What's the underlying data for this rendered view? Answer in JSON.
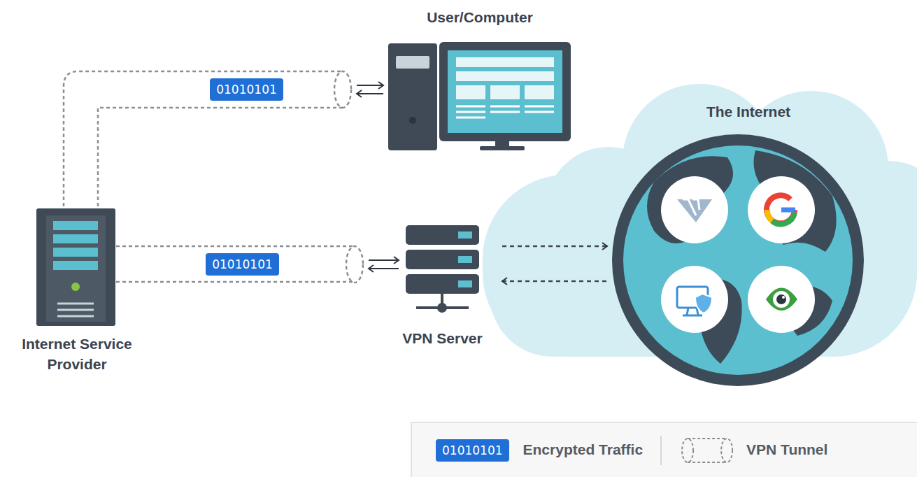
{
  "diagram": {
    "nodes": [
      {
        "text": [
          "User/Computer"
        ]
      },
      {
        "text": [
          "The Internet"
        ]
      },
      {
        "text": [
          "Internet Service Provider"
        ]
      },
      {
        "text": [
          "VPN Server"
        ]
      }
    ],
    "edges": [
      {
        "from": 2,
        "to": 0,
        "arrow": "both",
        "label": "01010101"
      },
      {
        "from": 2,
        "to": 3,
        "arrow": "both",
        "label": "01010101"
      },
      {
        "from": 3,
        "to": 1,
        "arrow": "both"
      }
    ],
    "labels": [
      "01010101"
    ],
    "legend": [
      {
        "text": "Encrypted Traffic",
        "color": "#1f6fd6"
      },
      {
        "text": "VPN Tunnel"
      }
    ]
  }
}
